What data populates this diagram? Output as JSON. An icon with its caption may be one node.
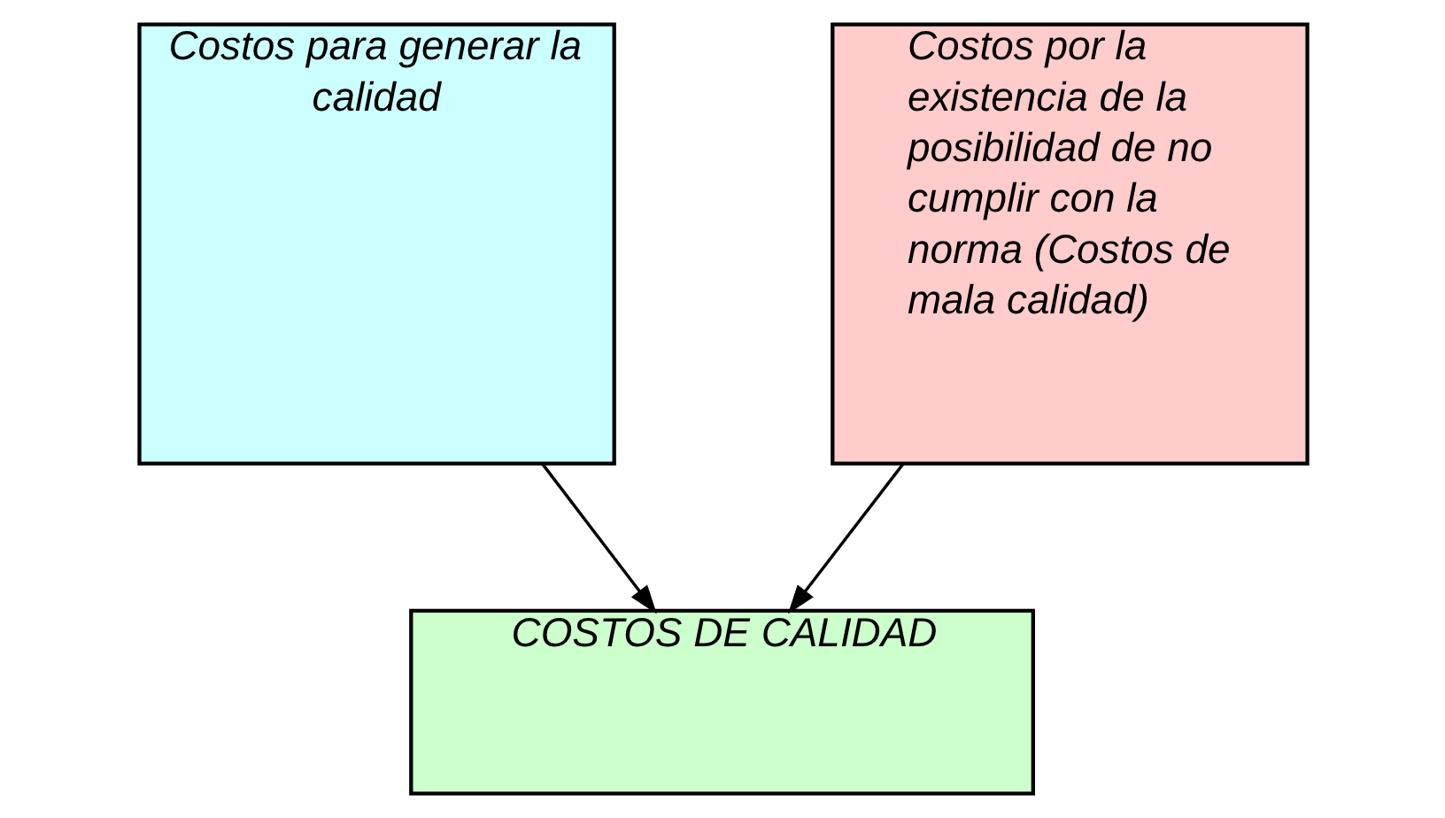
{
  "diagram": {
    "nodes": [
      {
        "text": [
          "Costos para generar la calidad"
        ]
      },
      {
        "text": [
          "Costos por la existencia de la posibilidad de no cumplir con la norma (Costos de mala calidad)"
        ]
      },
      {
        "text": [
          "COSTOS DE CALIDAD"
        ]
      }
    ],
    "edges": [
      {
        "from": 0,
        "to": 2,
        "arrow": "to"
      },
      {
        "from": 1,
        "to": 2,
        "arrow": "to"
      }
    ]
  }
}
